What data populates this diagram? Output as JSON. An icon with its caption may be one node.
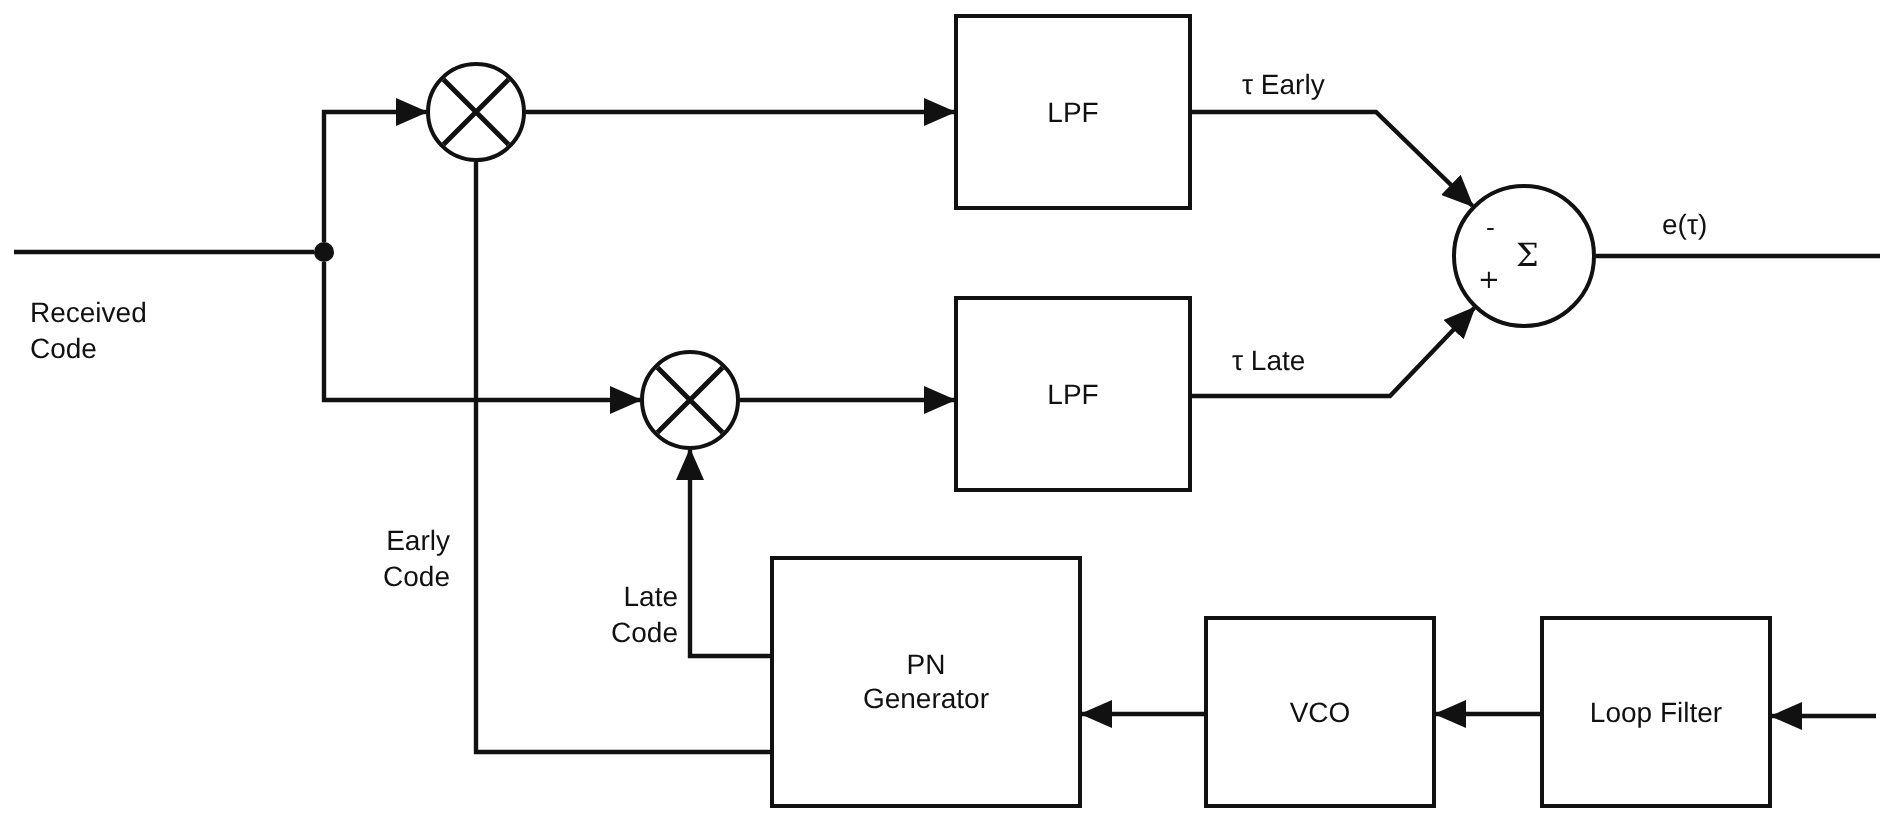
{
  "diagram": {
    "nodes": [
      {
        "text": [],
        "shape": "circle"
      },
      {
        "text": [],
        "shape": "circle"
      },
      {
        "text": [],
        "shape": "circle"
      },
      {
        "text": [
          "LPF"
        ]
      },
      {
        "text": [
          "LPF"
        ]
      },
      {
        "text": [
          "-",
          "Σ",
          "+"
        ]
      },
      {
        "text": [
          "PN Generator"
        ]
      },
      {
        "text": [
          "VCO"
        ]
      },
      {
        "text": [
          "Loop Filter"
        ]
      }
    ],
    "edges": [
      {
        "from": null,
        "to": 0,
        "arrow": "none",
        "label": "Received Code"
      },
      {
        "from": 0,
        "to": 1,
        "arrow": "to"
      },
      {
        "from": 0,
        "to": 2,
        "arrow": "to"
      },
      {
        "from": 1,
        "to": 3,
        "arrow": "to"
      },
      {
        "from": 2,
        "to": 4,
        "arrow": "to"
      },
      {
        "from": 3,
        "to": 5,
        "arrow": "to",
        "label": "τ Early"
      },
      {
        "from": 4,
        "to": 5,
        "arrow": "to",
        "label": "τ Late"
      },
      {
        "from": 5,
        "to": null,
        "arrow": "none",
        "label": "e(τ)"
      },
      {
        "from": 6,
        "to": 1,
        "arrow": "none",
        "label": "Early Code"
      },
      {
        "from": 6,
        "to": 2,
        "arrow": "to",
        "label": "Late Code"
      },
      {
        "from": 7,
        "to": 6,
        "arrow": "to"
      },
      {
        "from": 8,
        "to": 7,
        "arrow": "to"
      },
      {
        "from": null,
        "to": 8,
        "arrow": "to"
      }
    ]
  }
}
